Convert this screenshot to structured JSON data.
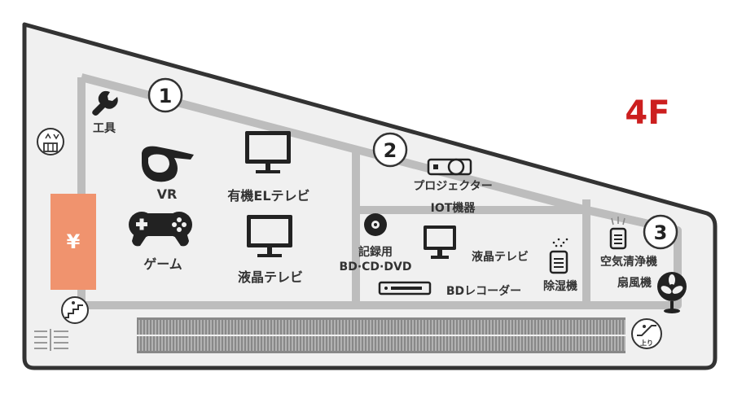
{
  "floor": {
    "label": "4F",
    "color": "#cc1f1f"
  },
  "colors": {
    "floor_fill": "#f0f0f0",
    "outline": "#333333",
    "corridor": "#bdbdbd",
    "atm": "#f0936e",
    "icons": "#222222"
  },
  "zones": [
    {
      "number": "1"
    },
    {
      "number": "2"
    },
    {
      "number": "3"
    }
  ],
  "zone1": {
    "tools": "工具",
    "vr": "VR",
    "game": "ゲーム",
    "oled_tv": "有機ELテレビ",
    "lcd_tv": "液晶テレビ"
  },
  "zone2": {
    "projector": "プロジェクター",
    "iot": "IOT機器",
    "disc_line1": "記録用",
    "disc_line2": "BD·CD·DVD",
    "lcd_tv": "液晶テレビ",
    "bd_recorder": "BDレコーダー",
    "dehumidifier": "除湿機"
  },
  "zone3": {
    "air_purifier": "空気清浄機",
    "fan": "扇風機"
  },
  "facilities": {
    "atm_symbol": "¥",
    "escalator_up": "上り"
  }
}
